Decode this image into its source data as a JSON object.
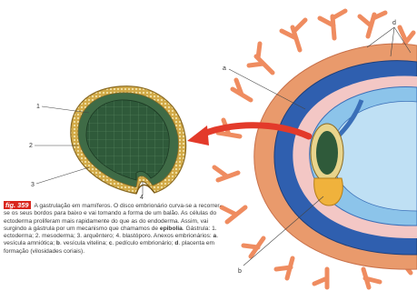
{
  "figure": {
    "tag": "fig. 359",
    "caption_parts": [
      {
        "t": "A gastrulação em mamíferos. O disco embrionário curva-se a recorrer-se os seus bordos para baixo e vai tomando a forma de um balão. As células do ectoderma proliferam mais rapidamente do que as do endoderma. Assim, vai surgindo a gástrula por um mecanismo que chamamos de ",
        "b": false
      },
      {
        "t": "epibolia",
        "b": true
      },
      {
        "t": ". Gástrula: 1. ectoderma; 2. mesoderma; 3. arquêntero; 4. blastóporo. Anexos embrionários: ",
        "b": false
      },
      {
        "t": "a",
        "b": true
      },
      {
        "t": ". vesícula amniótica; ",
        "b": false
      },
      {
        "t": "b",
        "b": true
      },
      {
        "t": ". vesícula vitelina; ",
        "b": false
      },
      {
        "t": "c",
        "b": true
      },
      {
        "t": ". pedículo embrionário; ",
        "b": false
      },
      {
        "t": "d",
        "b": true
      },
      {
        "t": ". placenta em formação (vilosidades coriais).",
        "b": false
      }
    ]
  },
  "labels": {
    "n1": "1",
    "n2": "2",
    "n3": "3",
    "n4": "4",
    "a": "a",
    "b": "b",
    "d": "d"
  },
  "colors": {
    "ectoderm": "#d8b75a",
    "mesoderm_dots": "#e8d9a0",
    "archenteron": "#2f5a3a",
    "endoderm_cells": "#3e6e48",
    "arrow": "#e33a2a",
    "placenta": "#e89b6e",
    "villi": "#ef8c60",
    "chorion": "#2e5fae",
    "amnion": "#8cc4ea",
    "yolk": "#f0b23c"
  }
}
